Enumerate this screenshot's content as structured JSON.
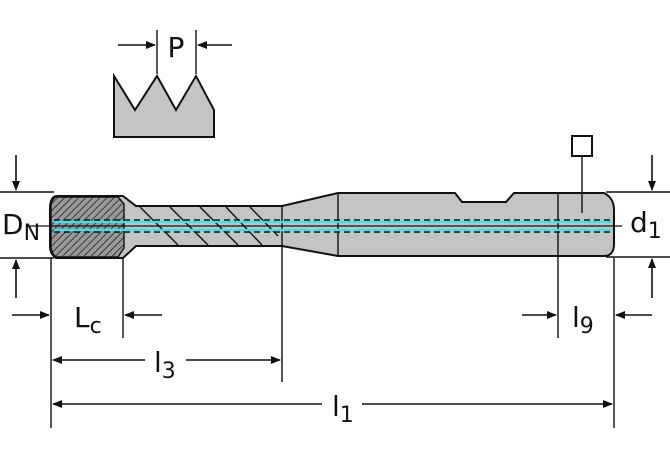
{
  "labels": {
    "pitch": "P",
    "nominal_diameter_main": "D",
    "nominal_diameter_sub": "N",
    "shank_diameter_main": "d",
    "shank_diameter_sub": "1",
    "chamfer_length_main": "L",
    "chamfer_length_sub": "c",
    "thread_length_main": "l",
    "thread_length_sub": "3",
    "total_length_main": "l",
    "total_length_sub": "1",
    "square_length_main": "l",
    "square_length_sub": "9"
  },
  "colors": {
    "tool_body": "#c4c4c4",
    "coolant_channel": "#2ee6ee",
    "outline": "#111111"
  },
  "icons": {
    "square_drive": "square-symbol-icon"
  }
}
